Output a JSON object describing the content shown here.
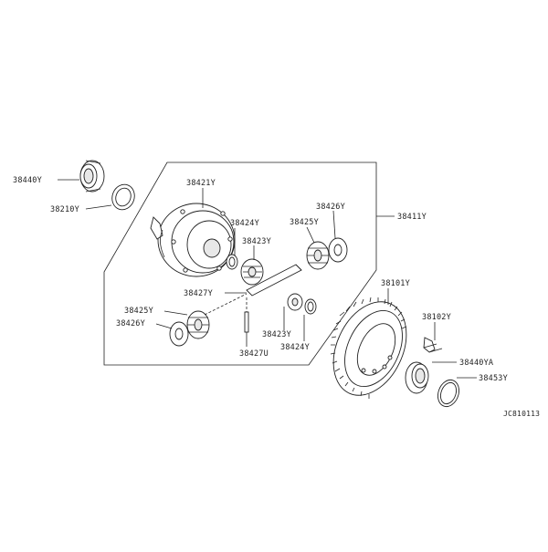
{
  "labels": {
    "p38440y": "38440Y",
    "p38210y": "38210Y",
    "p38421y": "38421Y",
    "p38424y_top": "38424Y",
    "p38423y_top": "38423Y",
    "p38425y": "38425Y",
    "p38426y_top": "38426Y",
    "p38411y": "38411Y",
    "p38427y": "38427Y",
    "p38425y_lower": "38425Y",
    "p38426y_lower": "38426Y",
    "p38423y_lower": "38423Y",
    "p38424y_lower": "38424Y",
    "p38427u": "38427U",
    "p38101y": "38101Y",
    "p38102y": "38102Y",
    "p38440ya": "38440YA",
    "p38453y": "38453Y",
    "diagram_code": "JC810113"
  }
}
